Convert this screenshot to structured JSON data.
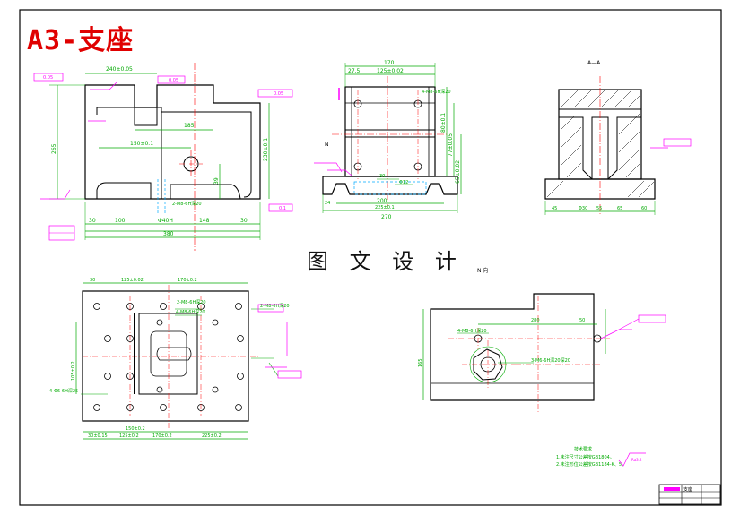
{
  "sheet": {
    "title": "A3-支座",
    "watermark": "图 文 设 计",
    "section_label": "A—A",
    "view_label": "N 向",
    "label_n": "N"
  },
  "views": {
    "front": {
      "dims": {
        "top_width": "240±0.05",
        "inner_width": "185",
        "mid_width": "150±0.1",
        "base_left": "100",
        "base_mid": "Φ40H",
        "base_right": "148",
        "overall": "380",
        "left_height": "265",
        "right_height": "230±0.1",
        "edge_left": "30",
        "edge_right": "30",
        "bolt_note": "2-M8-6H深20",
        "hole_pos": "39"
      },
      "tol": [
        "0.05",
        "0.05",
        "0.05",
        "0.1"
      ]
    },
    "side": {
      "dims": {
        "top_width": "170",
        "top_left": "27.5",
        "top_mid": "125±0.02",
        "bolt_note": "4-M8-6H深20",
        "height1": "80±0.1",
        "height2": "77±0.05",
        "height3": "65±0.02",
        "base1": "30",
        "base2": "Φ12",
        "base3": "200",
        "base4": "225±0.1",
        "overall": "270",
        "side_left": "24"
      }
    },
    "section": {
      "dims": {
        "d1": "45",
        "d2": "Φ30",
        "d3": "55",
        "d4": "65",
        "d5": "60"
      }
    },
    "top": {
      "dims": {
        "top_left": "30",
        "top_mid": "125±0.02",
        "top_right": "170±0.2",
        "hole_a": "2-M8-6H深20",
        "hole_b": "4-M8-6H深20",
        "hole_c": "2-M8-6H深20",
        "left_v": "105±0.2",
        "base_a": "30±0.15",
        "base_b": "125±0.2",
        "base_c": "170±0.2",
        "base_d": "225±0.2",
        "base_total": "150±0.2",
        "hole_d": "4-Φ6-6H深25"
      }
    },
    "nview": {
      "dims": {
        "length": "280",
        "width": "50",
        "height": "165",
        "bolt_a": "4-M8-6H深20",
        "bolt_b": "3-M6-6H深20深20"
      }
    }
  },
  "notes": {
    "heading": "技术要求",
    "line1": "1.未注尺寸公差按GB1804。",
    "line2": "2.未注形位公差按GB1184-K、5。",
    "roughness": "Ra3.2"
  },
  "title_block": {
    "label": "支座"
  },
  "colors": {
    "outline": "#000000",
    "dimension": "#00aa00",
    "centerline": "#ff0000",
    "note": "#ff00ff",
    "hidden": "#00aaff",
    "accent": "#e00000"
  }
}
